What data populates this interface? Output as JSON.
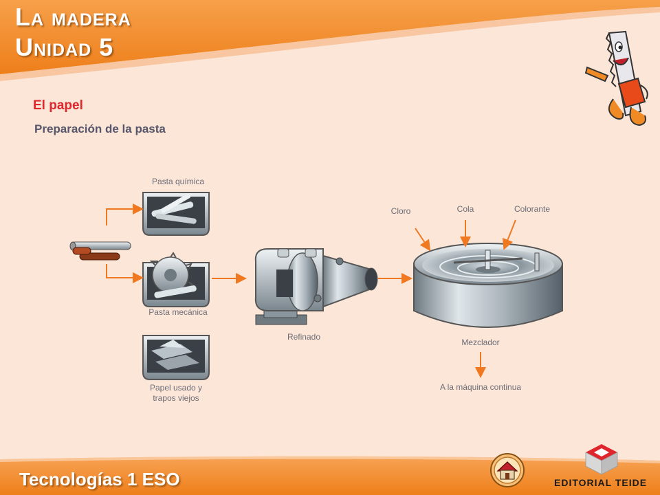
{
  "header": {
    "title_line1": "La madera",
    "title_line2": "Unidad 5"
  },
  "section": {
    "title": "El papel",
    "subtitle": "Preparación de la pasta"
  },
  "diagram": {
    "pasta_quimica": "Pasta química",
    "pasta_mecanica": "Pasta mecánica",
    "papel_usado_line1": "Papel usado y",
    "papel_usado_line2": "trapos viejos",
    "refinado": "Refinado",
    "cloro": "Cloro",
    "cola": "Cola",
    "colorante": "Colorante",
    "mezclador": "Mezclador",
    "salida": "A la máquina continua"
  },
  "footer": {
    "course": "Tecnologías 1 ESO",
    "publisher": "EDITORIAL TEIDE"
  },
  "colors": {
    "brand_orange": "#f08a24",
    "arrow_orange": "#f07820",
    "title_red": "#e0262d",
    "subtitle_gray": "#55556b"
  },
  "icons": [
    "saw-mascot-icon",
    "home-icon",
    "teide-logo-icon"
  ]
}
